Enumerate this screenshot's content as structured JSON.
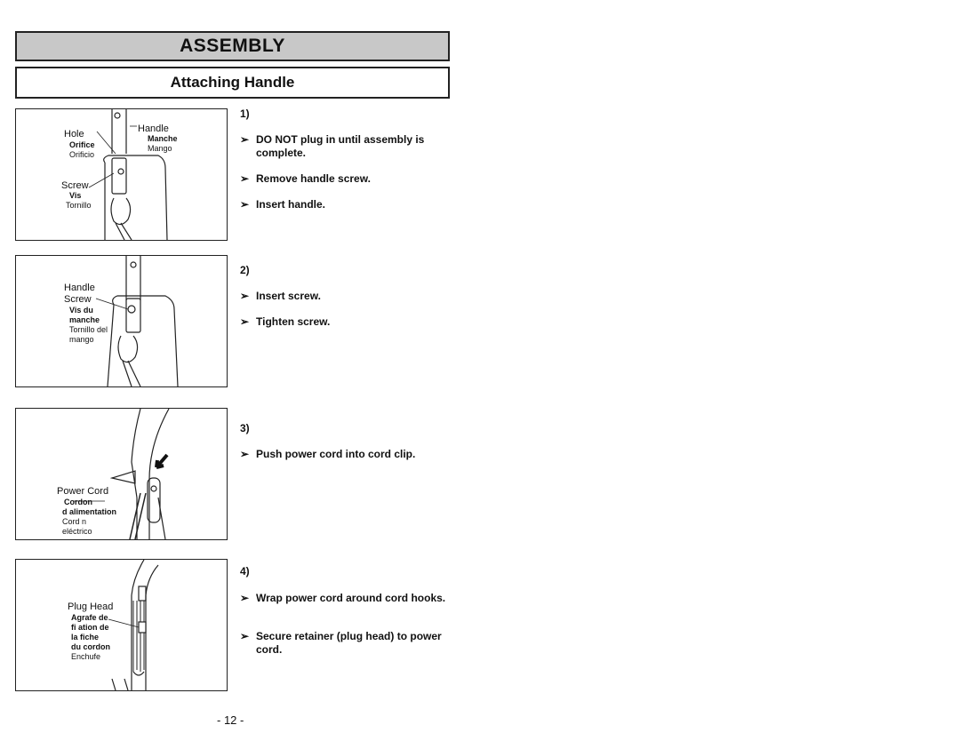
{
  "header": {
    "title": "ASSEMBLY",
    "subtitle": "Attaching Handle"
  },
  "figures": [
    {
      "labels": {
        "hole": "Hole",
        "orifice": "Orifice",
        "orificio": "Orificio",
        "handle": "Handle",
        "manche": "Manche",
        "mango": "Mango",
        "screw": "Screw",
        "vis": "Vis",
        "tornillo": "Tornillo"
      }
    },
    {
      "labels": {
        "handle": "Handle",
        "screw": "Screw",
        "vis_du": "Vis du",
        "manche": "manche",
        "tornillo_del": "Tornillo del",
        "mango": "mango"
      }
    },
    {
      "labels": {
        "power_cord": "Power Cord",
        "cordon": "Cordon",
        "dalimentation": "d alimentation",
        "cord_n": "Cord n",
        "electrico": "eléctrico"
      }
    },
    {
      "labels": {
        "plug_head": "Plug Head",
        "agrafe_de": "Agrafe de",
        "fi_ation_de": "fi ation de",
        "la_fiche": "la fiche",
        "du_cordon": "du cordon",
        "enchufe": "Enchufe"
      }
    }
  ],
  "steps": [
    {
      "number": "1)",
      "bullets": [
        "DO NOT plug in until assembly is complete.",
        "Remove handle screw.",
        "Insert handle."
      ]
    },
    {
      "number": "2)",
      "bullets": [
        "Insert screw.",
        "Tighten screw."
      ]
    },
    {
      "number": "3)",
      "bullets": [
        "Push power cord into cord clip."
      ]
    },
    {
      "number": "4)",
      "bullets": [
        "Wrap power cord around cord hooks.",
        "Secure retainer (plug head) to power cord."
      ]
    }
  ],
  "bullet_symbol": "➢",
  "footer": {
    "page_number": "- 12 -"
  }
}
